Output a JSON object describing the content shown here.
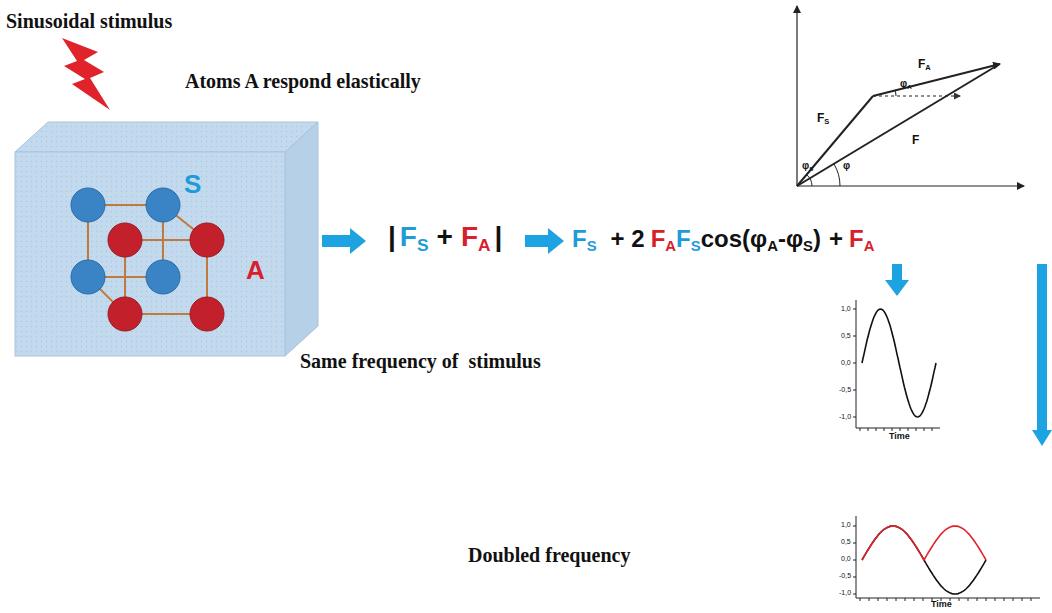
{
  "diagram": {
    "labels": [
      "Sinusoidal stimulus",
      "Atoms A respond elastically",
      "S",
      "A",
      "|",
      "F",
      "S",
      "+",
      "F",
      "A",
      "|",
      "F",
      "S",
      "+ 2",
      "F",
      "A",
      "F",
      "S",
      "cos(φ",
      "A",
      "-φ",
      "S",
      ")",
      "+",
      "F",
      "A",
      "F",
      "A",
      "F",
      "S",
      "F",
      "φ",
      "A",
      "φ",
      "S",
      "φ",
      "Same frequency of  stimulus",
      "1,0",
      "0,5",
      "0,0",
      "-0,5",
      "-1,0",
      "Time",
      "Doubled frequency",
      "1,0",
      "0,5",
      "0,0",
      "-0,5",
      "-1,0",
      "Time"
    ]
  }
}
